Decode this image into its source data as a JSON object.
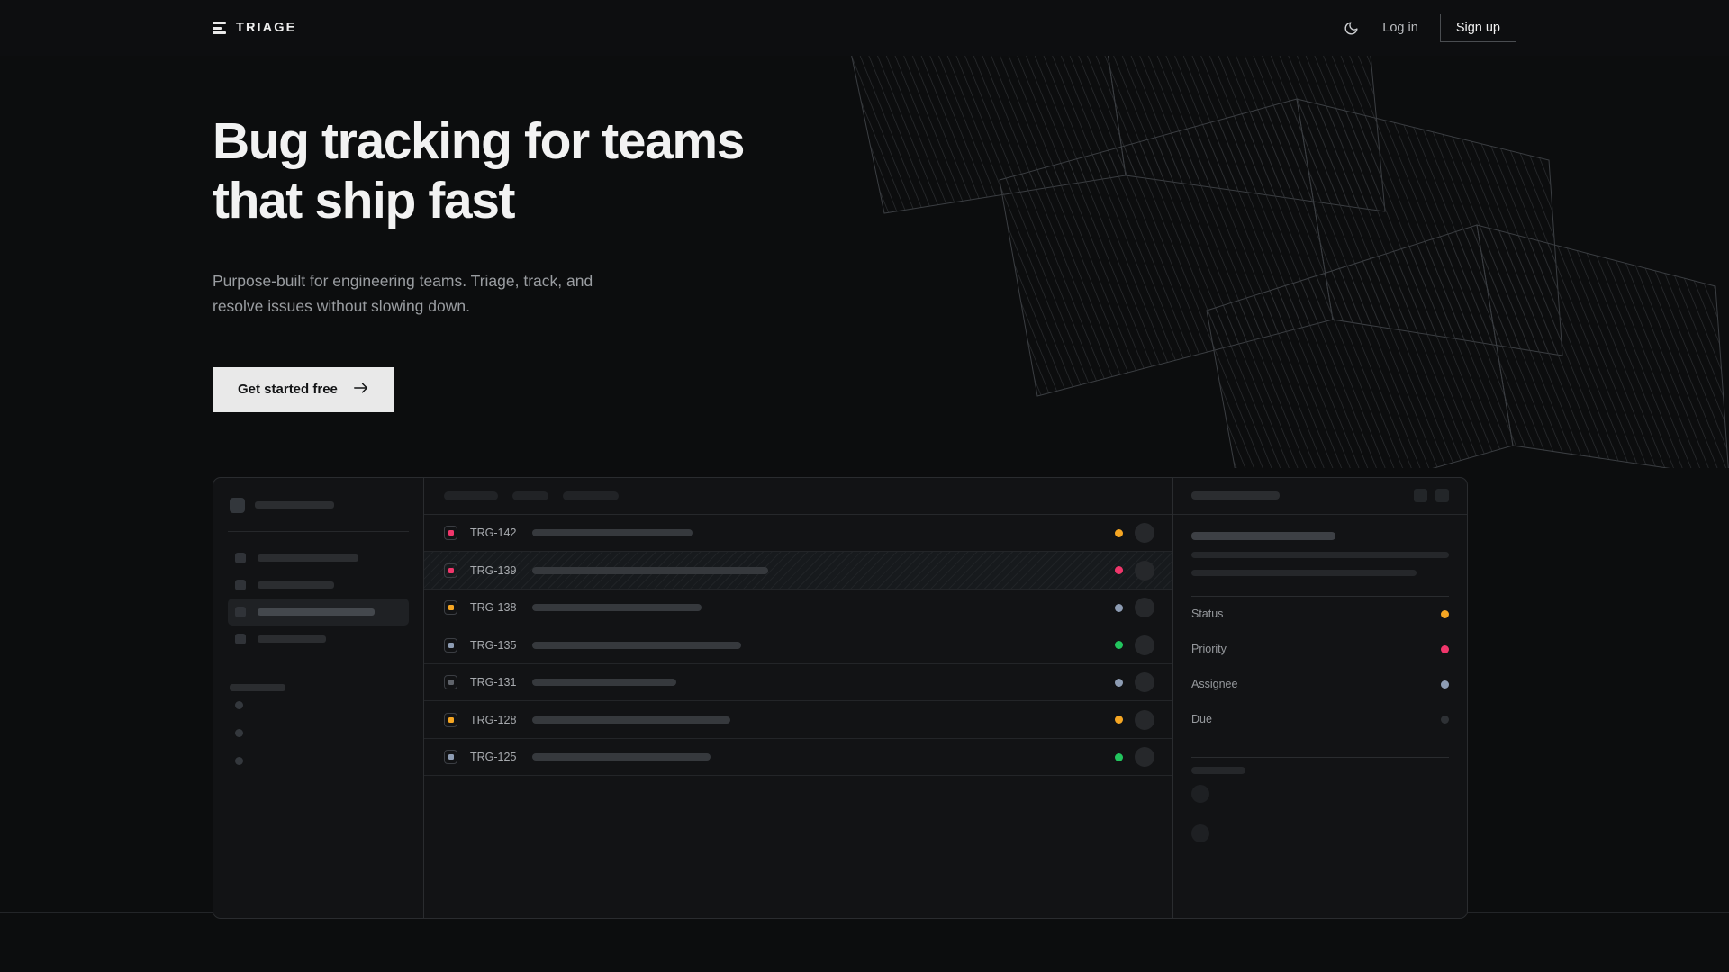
{
  "header": {
    "brand": "TRIAGE",
    "brand_icon": "stacked-bars-logo-icon",
    "theme_toggle_icon": "moon-icon",
    "login_label": "Log in",
    "signup_label": "Sign up"
  },
  "hero": {
    "heading_line1": "Bug tracking for teams",
    "heading_line2": "that ship fast",
    "subheading": "Purpose-built for engineering teams. Triage, track, and resolve issues without slowing down.",
    "cta_label": "Get started free",
    "cta_icon": "arrow-right-icon"
  },
  "app": {
    "sidebar": {
      "workspace_width": 88,
      "items": [
        {
          "width": 112,
          "active": false
        },
        {
          "width": 85,
          "active": false
        },
        {
          "width": 130,
          "active": true
        },
        {
          "width": 76,
          "active": false
        }
      ],
      "section_label_width": 62,
      "mini_items": 3
    },
    "list": {
      "toolbar_pills": [
        60,
        40,
        62
      ],
      "rows": [
        {
          "id": "TRG-142",
          "priority_color": "#f0366b",
          "title_width": 178,
          "status_color": "#f5a623",
          "selected": false
        },
        {
          "id": "TRG-139",
          "priority_color": "#f0366b",
          "title_width": 262,
          "status_color": "#f0366b",
          "selected": true
        },
        {
          "id": "TRG-138",
          "priority_color": "#f5a623",
          "title_width": 188,
          "status_color": "#8d9cb3",
          "selected": false
        },
        {
          "id": "TRG-135",
          "priority_color": "#8d9cb3",
          "title_width": 232,
          "status_color": "#22c55e",
          "selected": false
        },
        {
          "id": "TRG-131",
          "priority_color": "#60646b",
          "title_width": 160,
          "status_color": "#8d9cb3",
          "selected": false
        },
        {
          "id": "TRG-128",
          "priority_color": "#f5a623",
          "title_width": 220,
          "status_color": "#f5a623",
          "selected": false
        },
        {
          "id": "TRG-125",
          "priority_color": "#8d9cb3",
          "title_width": 198,
          "status_color": "#22c55e",
          "selected": false
        }
      ]
    },
    "detail": {
      "header_title_width": 98,
      "action_buttons": 2,
      "body_lines": [
        286,
        250
      ],
      "meta": [
        {
          "label": "Status",
          "color": "#f5a623"
        },
        {
          "label": "Priority",
          "color": "#f0366b"
        },
        {
          "label": "Assignee",
          "color": "#8d9cb3"
        },
        {
          "label": "Due",
          "color": "#2e3135"
        }
      ],
      "activity_rows": 2
    }
  },
  "colors": {
    "page_background": "#0c0d0e",
    "header_background": "#0d0e10",
    "panel_background": "#121315",
    "border": "#2a2c2f",
    "text_primary": "#f2f2f2",
    "text_muted": "#9a9da1",
    "cta_background": "#e9e9e9"
  }
}
